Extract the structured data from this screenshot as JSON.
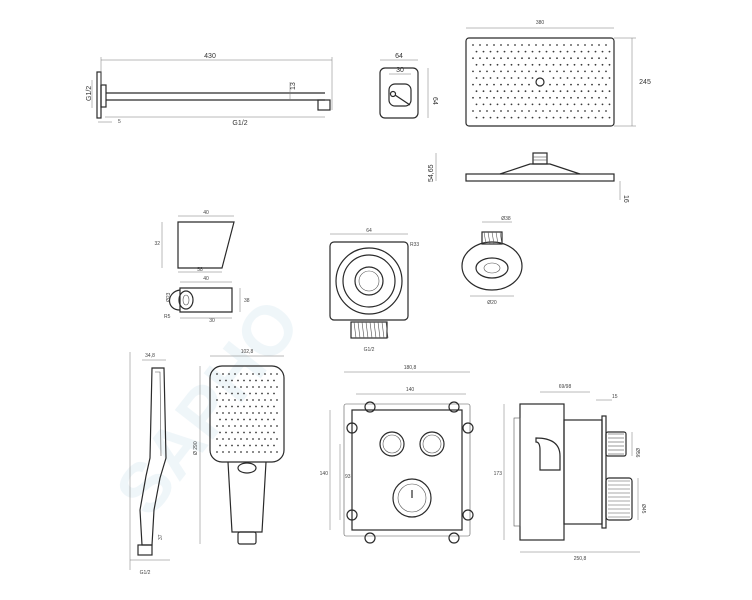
{
  "watermark": "SAPHO",
  "dimensions": {
    "arm_length": "430",
    "arm_diameter": "13",
    "arm_thread_left": "G1/2",
    "arm_thread_bottom": "G1/2",
    "arm_wall_depth": "5",
    "elbow_width": "64",
    "elbow_inner": "30",
    "elbow_height": "64",
    "head_width": "380",
    "head_depth": "245",
    "head_height": "54,65",
    "head_thickness": "16",
    "holder_width": "40",
    "holder_height": "32",
    "holder_base": "58",
    "holder2_width": "40",
    "holder2_diam": "Ø23",
    "holder2_depth": "30",
    "holder2_a": "38",
    "holder2_b": "R5",
    "outlet_width": "64",
    "outlet_ring": "R33",
    "outlet_thread": "G1/2",
    "outlet2_top": "Ø38",
    "outlet2_bottom": "Ø20",
    "hand_depth": "34,8",
    "hand_width": "102,8",
    "hand_length": "Ø 290",
    "hand_thread": "G1/2",
    "hand_tip": "37",
    "valve_outer_width": "180,8",
    "valve_inner_width": "140",
    "valve_height": "140",
    "valve_inner": "93",
    "box_top": "69/98",
    "box_right_top": "15",
    "box_height": "173",
    "box_depth": "250,8",
    "knob_a": "Ø56",
    "knob_b": "Ø45"
  }
}
